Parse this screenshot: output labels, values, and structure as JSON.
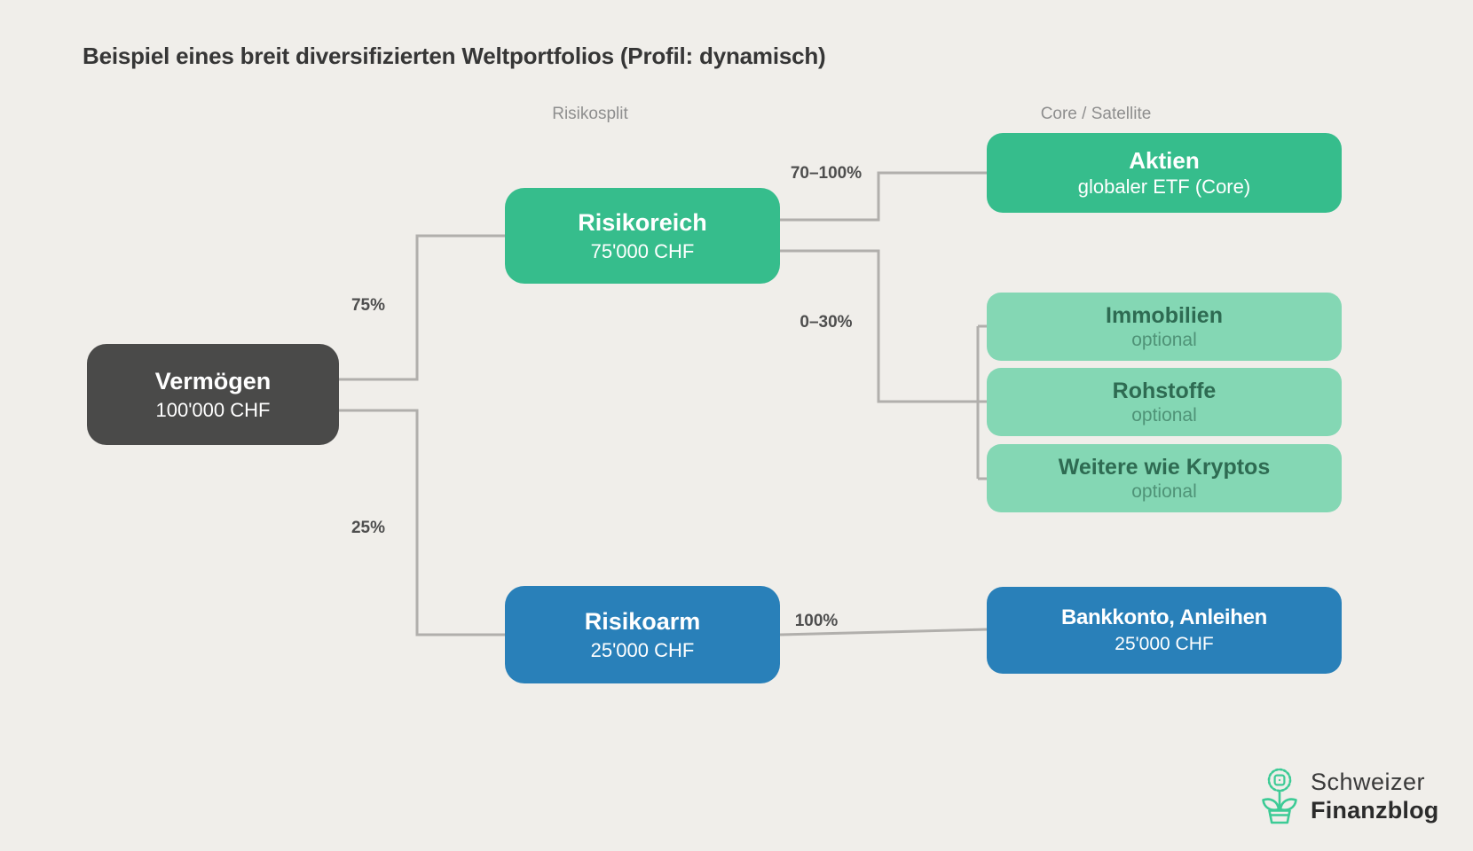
{
  "title": "Beispiel eines breit diversifizierten Weltportfolios (Profil: dynamisch)",
  "column_labels": {
    "risikosplit": "Risikosplit",
    "core_satellite": "Core / Satellite"
  },
  "nodes": {
    "vermoegen": {
      "label": "Vermögen",
      "sublabel": "100'000 CHF"
    },
    "risikoreich": {
      "label": "Risikoreich",
      "sublabel": "75'000 CHF"
    },
    "risikoarm": {
      "label": "Risikoarm",
      "sublabel": "25'000 CHF"
    },
    "aktien": {
      "label": "Aktien",
      "sublabel": "globaler ETF (Core)"
    },
    "immobilien": {
      "label": "Immobilien",
      "sublabel": "optional"
    },
    "rohstoffe": {
      "label": "Rohstoffe",
      "sublabel": "optional"
    },
    "kryptos": {
      "label": "Weitere wie Kryptos",
      "sublabel": "optional"
    },
    "bankkonto": {
      "label": "Bankkonto, Anleihen",
      "sublabel": "25'000 CHF"
    }
  },
  "edges": [
    {
      "from": "vermoegen",
      "to": "risikoreich",
      "label": "75%"
    },
    {
      "from": "vermoegen",
      "to": "risikoarm",
      "label": "25%"
    },
    {
      "from": "risikoreich",
      "to": "aktien",
      "label": "70–100%"
    },
    {
      "from": "risikoreich",
      "to": "satellites",
      "label": "0–30%"
    },
    {
      "from": "risikoarm",
      "to": "bankkonto",
      "label": "100%"
    }
  ],
  "logo": {
    "line1": "Schweizer",
    "line2": "Finanzblog"
  },
  "colors": {
    "background": "#f0eeea",
    "root_box": "#4a4a49",
    "core_green": "#36bd8c",
    "satellite_mint": "#84d7b4",
    "satellite_text": "#2e6b52",
    "risk_free_blue": "#2980b9",
    "connector_gray": "#b1afac",
    "logo_green": "#3dcb96"
  }
}
